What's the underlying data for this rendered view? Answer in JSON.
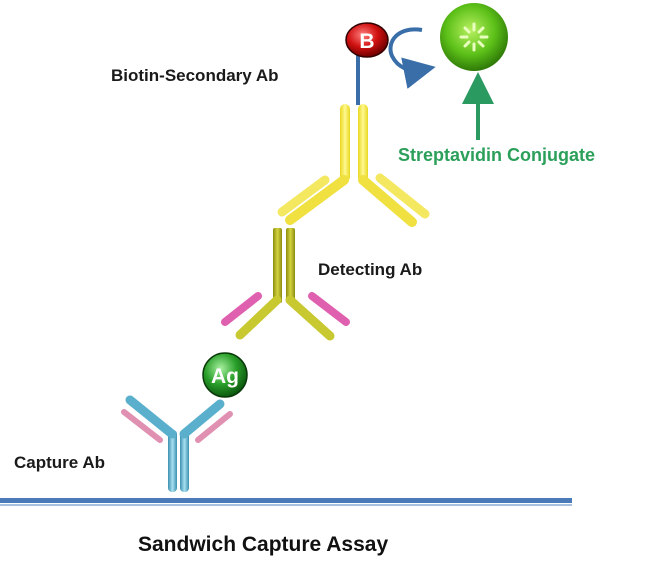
{
  "diagram": {
    "title": "Sandwich Capture Assay",
    "labels": {
      "biotin_secondary": "Biotin-Secondary Ab",
      "streptavidin": "Streptavidin Conjugate",
      "detecting": "Detecting Ab",
      "capture": "Capture Ab"
    },
    "markers": {
      "biotin": "B",
      "antigen": "Ag"
    },
    "colors": {
      "secondary_ab": "#f0e040",
      "detecting_ab": "#b8b820",
      "detecting_light_chain": "#e060b0",
      "capture_ab": "#5ab0cc",
      "capture_light_chain": "#e090b0",
      "antigen": "#2aa02a",
      "biotin": "#d01010",
      "streptavidin": "#6acc20",
      "linker": "#3a6ea8",
      "strep_label": "#2ca05a",
      "surface": "#4a7ab8"
    }
  }
}
